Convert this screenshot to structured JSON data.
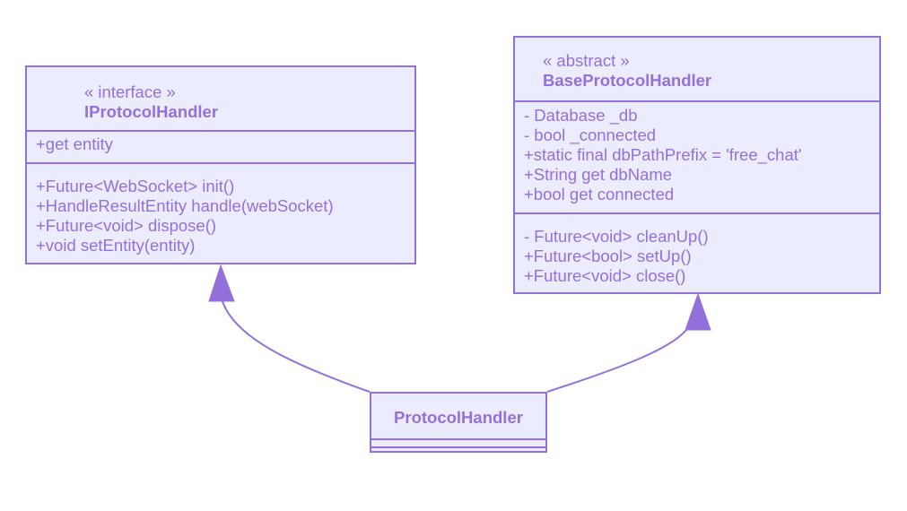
{
  "diagram": {
    "type": "uml-class",
    "colors": {
      "fill": "#ececff",
      "stroke": "#9370db",
      "text": "#9370db"
    },
    "classes": {
      "iprotocol_handler": {
        "stereotype": "« interface »",
        "name": "IProtocolHandler",
        "attributes": [
          "+get entity"
        ],
        "methods": [
          "+Future<WebSocket> init()",
          "+HandleResultEntity handle(webSocket)",
          "+Future<void> dispose()",
          "+void setEntity(entity)"
        ]
      },
      "base_protocol_handler": {
        "stereotype": "« abstract »",
        "name": "BaseProtocolHandler",
        "attributes": [
          "- Database _db",
          "- bool _connected",
          "+static final dbPathPrefix = 'free_chat'",
          "+String get dbName",
          "+bool get connected"
        ],
        "methods": [
          "- Future<void> cleanUp()",
          "+Future<bool> setUp()",
          "+Future<void> close()"
        ]
      },
      "protocol_handler": {
        "name": "ProtocolHandler",
        "attributes": [],
        "methods": []
      }
    },
    "relations": [
      {
        "from": "ProtocolHandler",
        "to": "IProtocolHandler",
        "kind": "realization"
      },
      {
        "from": "ProtocolHandler",
        "to": "BaseProtocolHandler",
        "kind": "inheritance"
      }
    ]
  }
}
